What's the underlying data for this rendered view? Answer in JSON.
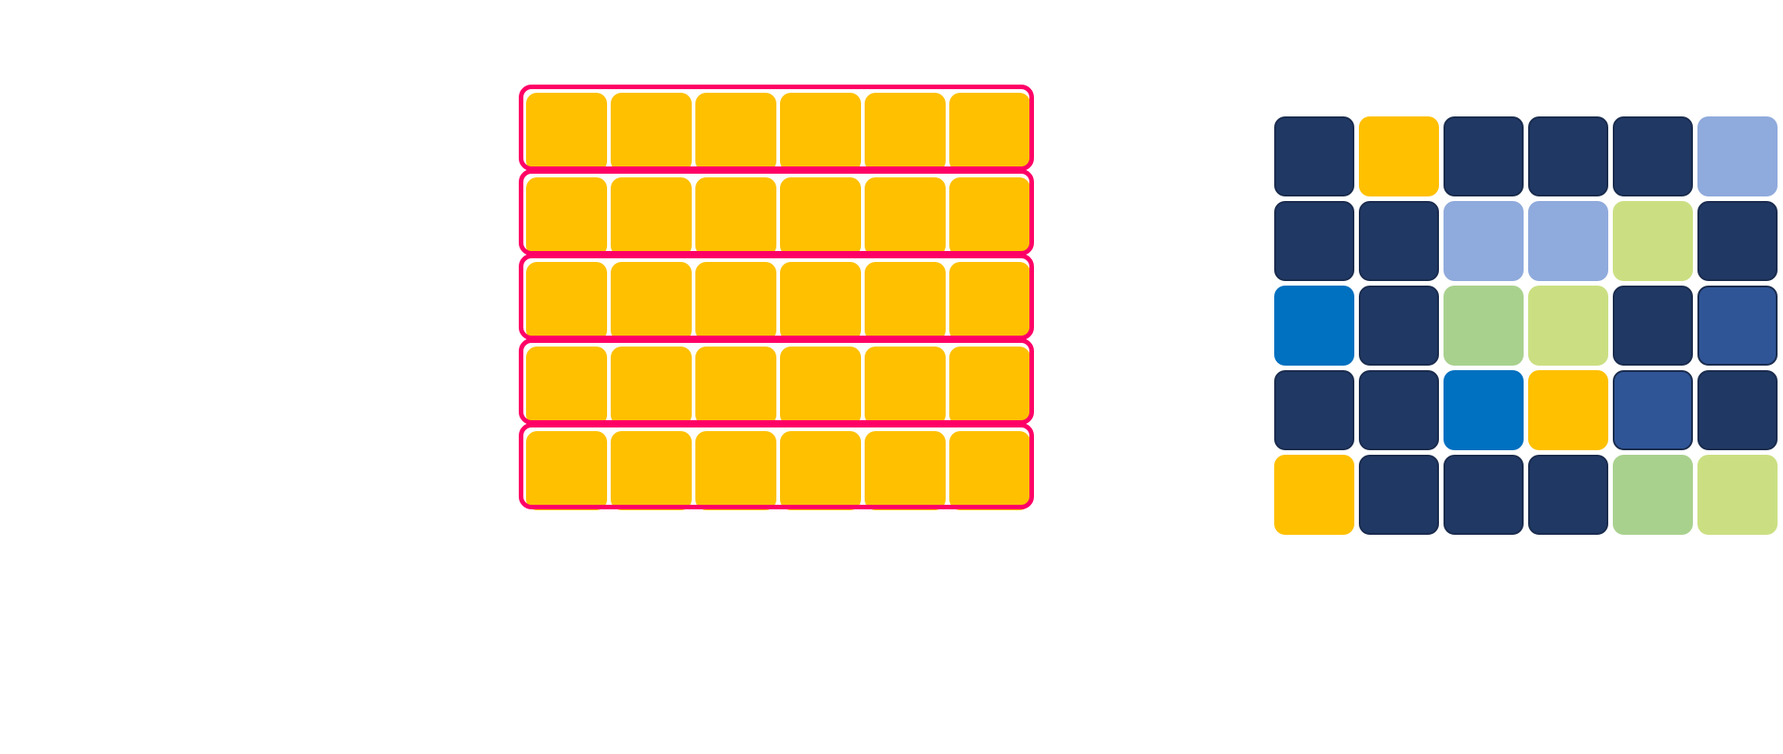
{
  "left_grid": {
    "rows": 5,
    "cols": 6,
    "cell_color": "#ffc000",
    "row_outline_color": "#ff0066"
  },
  "right_grid": {
    "rows": 5,
    "cols": 6,
    "palette": {
      "navy": "#203864",
      "yellow": "#ffc000",
      "light-blue": "#8faadc",
      "lime": "#cbdf82",
      "green": "#a9d18e",
      "blue": "#0070c0",
      "mid-blue": "#2f5597"
    },
    "cells": [
      [
        "navy",
        "yellow",
        "navy",
        "navy",
        "navy",
        "light-blue"
      ],
      [
        "navy",
        "navy",
        "light-blue",
        "light-blue",
        "lime",
        "navy"
      ],
      [
        "blue",
        "navy",
        "green",
        "lime",
        "navy",
        "mid-blue"
      ],
      [
        "navy",
        "navy",
        "blue",
        "yellow",
        "mid-blue",
        "navy"
      ],
      [
        "yellow",
        "navy",
        "navy",
        "navy",
        "green",
        "lime"
      ]
    ]
  }
}
